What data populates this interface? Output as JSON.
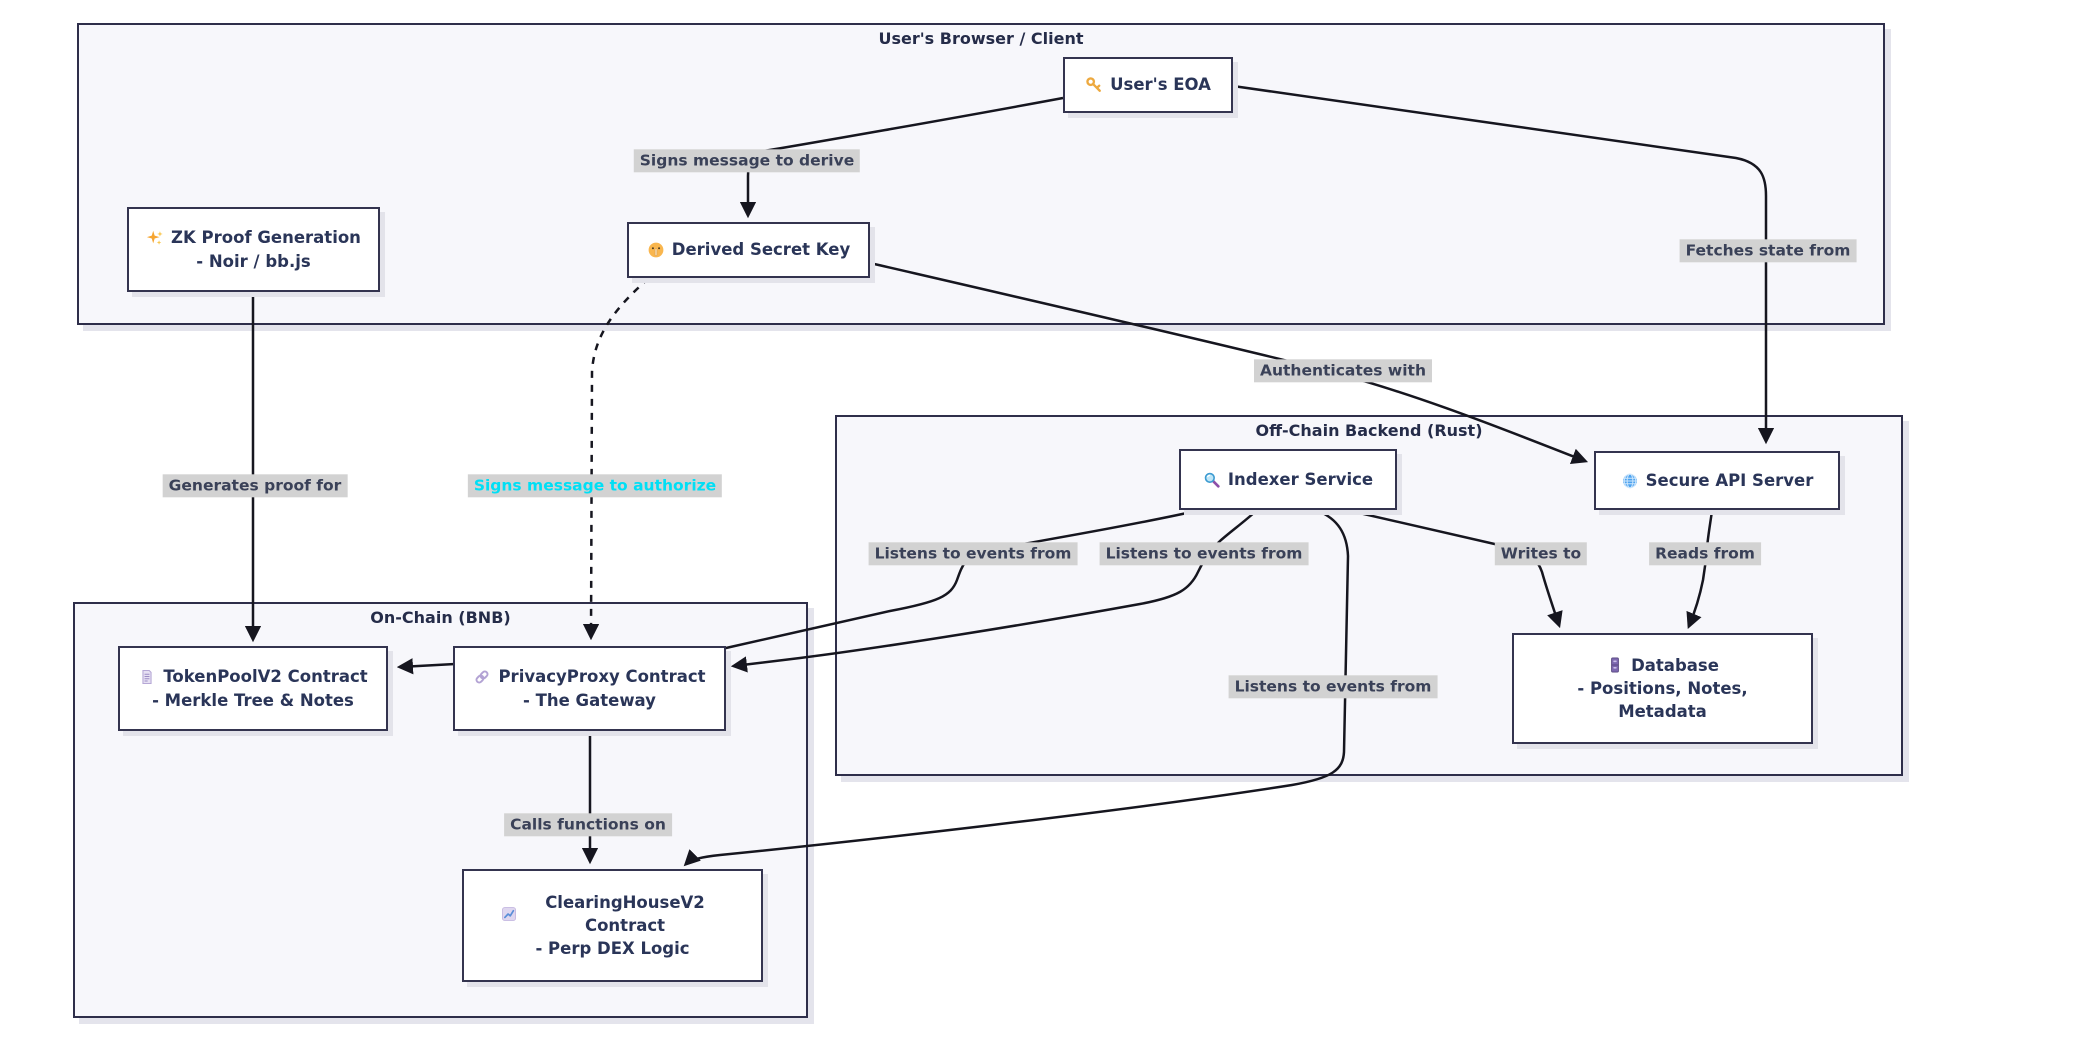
{
  "containers": {
    "browser": {
      "title": "User's Browser / Client"
    },
    "offchain": {
      "title": "Off-Chain Backend (Rust)"
    },
    "onchain": {
      "title": "On-Chain (BNB)"
    }
  },
  "nodes": {
    "eoa": {
      "icon": "key-icon",
      "title": "User's EOA"
    },
    "zk": {
      "icon": "sparkles-icon",
      "title": "ZK Proof Generation",
      "subtitle": "- Noir / bb.js"
    },
    "dsk": {
      "icon": "shushing-face-icon",
      "title": "Derived Secret Key"
    },
    "indexer": {
      "icon": "magnifying-glass-icon",
      "title": "Indexer Service"
    },
    "api": {
      "icon": "globe-icon",
      "title": "Secure API Server"
    },
    "db": {
      "icon": "file-cabinet-icon",
      "title": "Database",
      "subtitle": "- Positions, Notes, Metadata"
    },
    "tokenpool": {
      "icon": "receipt-icon",
      "title": "TokenPoolV2 Contract",
      "subtitle": "- Merkle Tree & Notes"
    },
    "proxy": {
      "icon": "link-icon",
      "title": "PrivacyProxy Contract",
      "subtitle": "- The Gateway"
    },
    "clearing": {
      "icon": "chart-up-icon",
      "title": "ClearingHouseV2 Contract",
      "subtitle": "- Perp DEX Logic"
    }
  },
  "edge_labels": {
    "signs_derive": "Signs message to derive",
    "fetches_state": "Fetches state from",
    "authenticates": "Authenticates with",
    "generates_proof": "Generates proof for",
    "signs_authorize": "Signs message to authorize",
    "listens_1": "Listens to events from",
    "listens_2": "Listens to events from",
    "listens_3": "Listens to events from",
    "writes_to": "Writes to",
    "reads_from": "Reads from",
    "calls_functions": "Calls functions on"
  },
  "colors": {
    "edge": "#16161f",
    "node_border": "#34344f",
    "container_border": "#2e2e4a",
    "container_fill": "#f7f7fb",
    "node_text": "#2a3558",
    "edge_label_bg": "#d2d2d2",
    "edge_label_text": "#3a4158",
    "edge_label_highlight": "#00dff5"
  }
}
